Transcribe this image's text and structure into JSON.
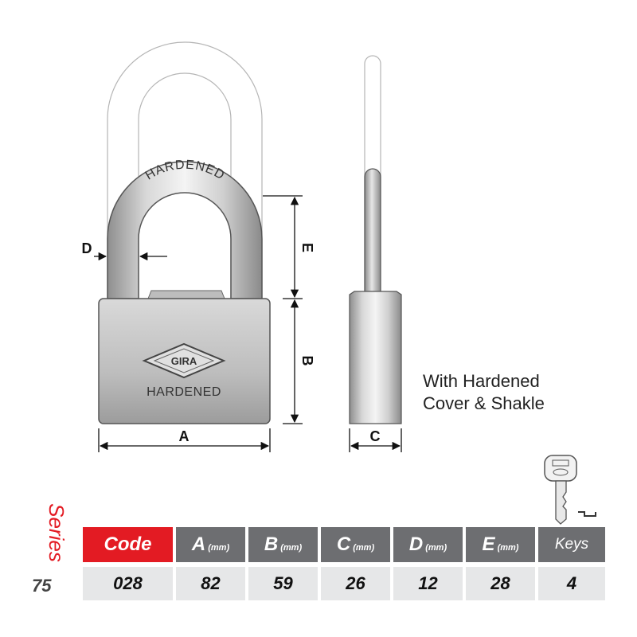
{
  "diagram": {
    "shackle_text": "HARDENED",
    "body_text": "HARDENED",
    "logo_text": "GIRA",
    "dimension_labels": {
      "A": "A",
      "B": "B",
      "C": "C",
      "D": "D",
      "E": "E"
    },
    "note_line1": "With Hardened",
    "note_line2": "Cover & Shakle"
  },
  "series": {
    "label": "Series",
    "number": "75"
  },
  "table": {
    "headers": {
      "code": "Code",
      "a": "A",
      "a_unit": "(mm)",
      "b": "B",
      "b_unit": "(mm)",
      "c": "C",
      "c_unit": "(mm)",
      "d": "D",
      "d_unit": "(mm)",
      "e": "E",
      "e_unit": "(mm)",
      "keys": "Keys"
    },
    "row": {
      "code": "028",
      "a": "82",
      "b": "59",
      "c": "26",
      "d": "12",
      "e": "28",
      "keys": "4"
    }
  },
  "colors": {
    "accent": "#e31b23",
    "header_gray": "#6d6e71",
    "cell_bg": "#e6e7e8"
  }
}
